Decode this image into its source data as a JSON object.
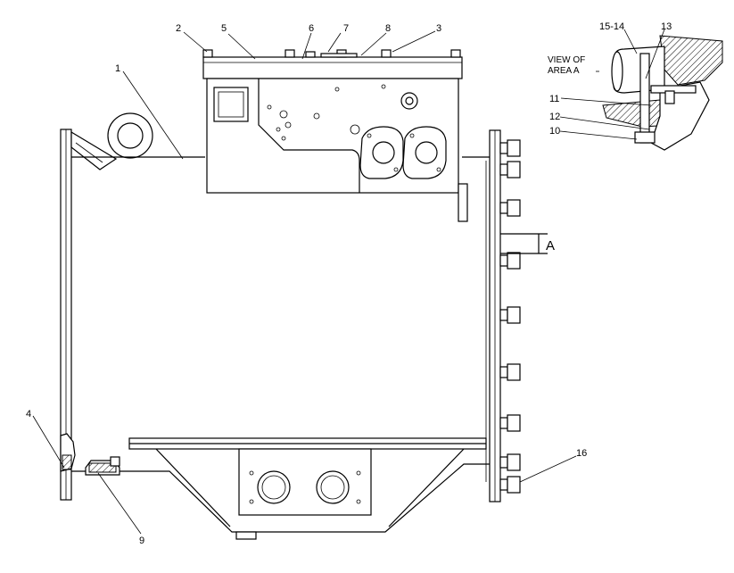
{
  "callouts": {
    "c1": "1",
    "c2": "2",
    "c3": "3",
    "c4": "4",
    "c5": "5",
    "c6": "6",
    "c7": "7",
    "c8": "8",
    "c9": "9",
    "c10": "10",
    "c11": "11",
    "c12": "12",
    "c13": "13",
    "c1514": "15-14",
    "c16": "16"
  },
  "view": {
    "line1": "VIEW OF",
    "line2": "AREA A"
  },
  "section_mark": "A"
}
